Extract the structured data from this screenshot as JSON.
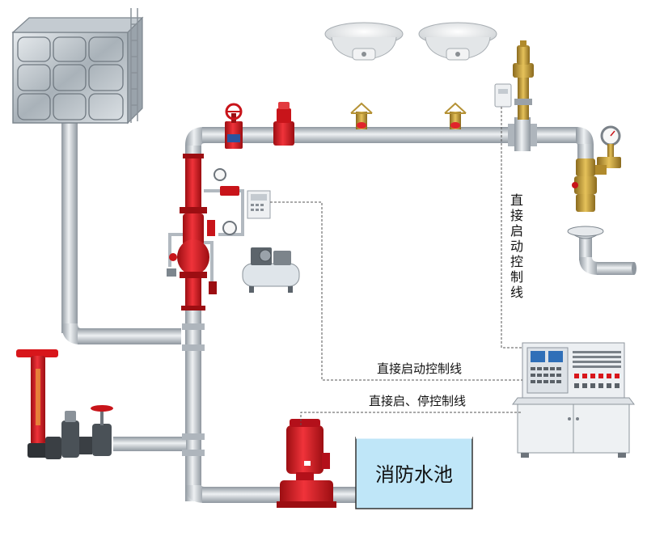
{
  "labels": {
    "vertical_control_line": "直接启动控制线",
    "horizontal_control_line": "直接启动控制线",
    "start_stop_control_line": "直接启、停控制线",
    "water_pool": "消防水池"
  },
  "colors": {
    "pipe": "#c9ced3",
    "pipe_shadow": "#9aa2aa",
    "valve_red": "#d8161b",
    "pool_fill": "#bfe6f8",
    "pool_border": "#333333",
    "control_line": "#555555"
  }
}
